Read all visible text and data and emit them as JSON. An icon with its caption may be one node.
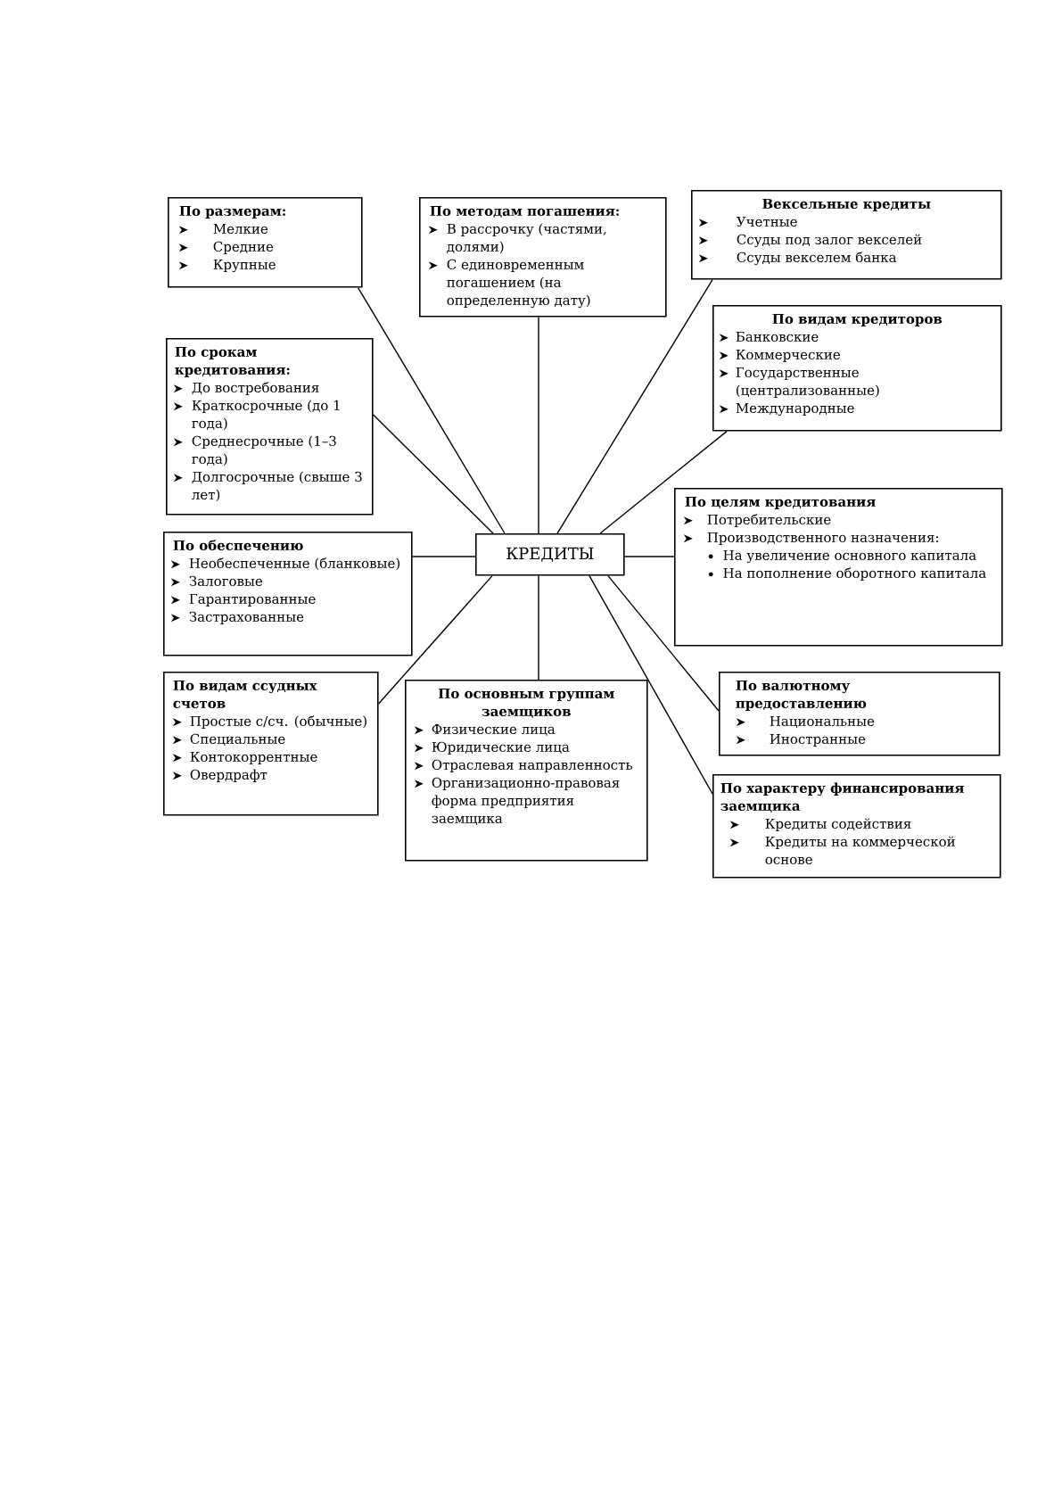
{
  "diagram": {
    "nodes": [
      {
        "text": [
          "По размерам:",
          "Мелкие",
          "Средние",
          "Крупные"
        ]
      },
      {
        "text": [
          "По методам погашения:",
          "В рассрочку (частями, долями)",
          "С единовременным погашением (на определенную дату)"
        ]
      },
      {
        "text": [
          "Вексельные кредиты",
          "Учетные",
          "Ссуды под залог векселей",
          "Ссуды векселем банка"
        ]
      },
      {
        "text": [
          "По срокам кредитования:",
          "До востребования",
          "Краткосрочные (до 1 года)",
          "Среднесрочные (1–3 года)",
          "Долгосрочные (свыше 3 лет)"
        ]
      },
      {
        "text": [
          "По видам кредиторов",
          "Банковские",
          "Коммерческие",
          "Государственные (централизованные)",
          "Международные"
        ]
      },
      {
        "text": [
          "По обеспечению",
          "Необеспеченные (бланковые)",
          "Залоговые",
          "Гарантированные",
          "Застрахованные"
        ]
      },
      {
        "text": [
          "КРЕДИТЫ"
        ]
      },
      {
        "text": [
          "По целям кредитования",
          "Потребительские",
          "Производственного назначения:",
          "На увеличение основного капитала",
          "На пополнение оборотного капитала"
        ]
      },
      {
        "text": [
          "По видам ссудных счетов",
          "Простые с/сч. (обычные)",
          "Специальные",
          "Контокоррентные",
          "Овердрафт"
        ]
      },
      {
        "text": [
          "По основным группам заемщиков",
          "Физические лица",
          "Юридические лица",
          "Отраслевая направленность",
          "Организационно-правовая форма предприятия заемщика"
        ]
      },
      {
        "text": [
          "По валютному предоставлению",
          "Национальные",
          "Иностранные"
        ]
      },
      {
        "text": [
          "По характеру финансирования заемщика",
          "Кредиты содействия",
          "Кредиты на коммерческой основе"
        ]
      }
    ],
    "edges": [
      {
        "from": 6,
        "to": 0,
        "arrow": "none"
      },
      {
        "from": 6,
        "to": 1,
        "arrow": "none"
      },
      {
        "from": 6,
        "to": 2,
        "arrow": "none"
      },
      {
        "from": 6,
        "to": 3,
        "arrow": "none"
      },
      {
        "from": 6,
        "to": 4,
        "arrow": "none"
      },
      {
        "from": 6,
        "to": 5,
        "arrow": "none"
      },
      {
        "from": 6,
        "to": 7,
        "arrow": "none"
      },
      {
        "from": 6,
        "to": 8,
        "arrow": "none"
      },
      {
        "from": 6,
        "to": 9,
        "arrow": "none"
      },
      {
        "from": 6,
        "to": 10,
        "arrow": "none"
      },
      {
        "from": 6,
        "to": 11,
        "arrow": "none"
      }
    ]
  }
}
